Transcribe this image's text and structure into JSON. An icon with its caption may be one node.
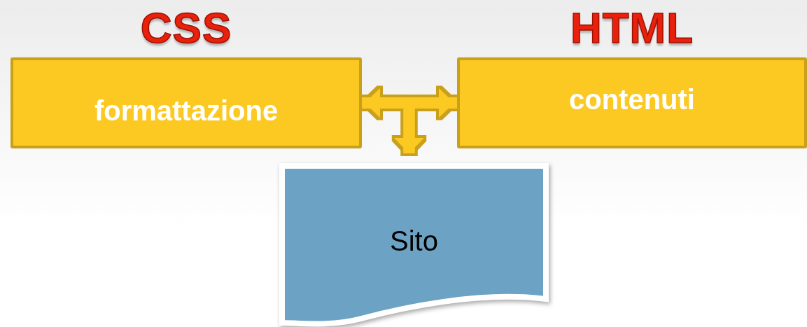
{
  "diagram": {
    "nodes": [
      {
        "text": [
          "CSS",
          "formattazione"
        ]
      },
      {
        "text": [
          "HTML",
          "contenuti"
        ]
      },
      {
        "text": [
          "Sito"
        ]
      }
    ],
    "edges": [
      {
        "from": 0,
        "to": 1,
        "arrow": "both"
      },
      {
        "from": 0,
        "to": 2,
        "arrow": "to"
      },
      {
        "from": 1,
        "to": 2,
        "arrow": "to"
      }
    ]
  }
}
